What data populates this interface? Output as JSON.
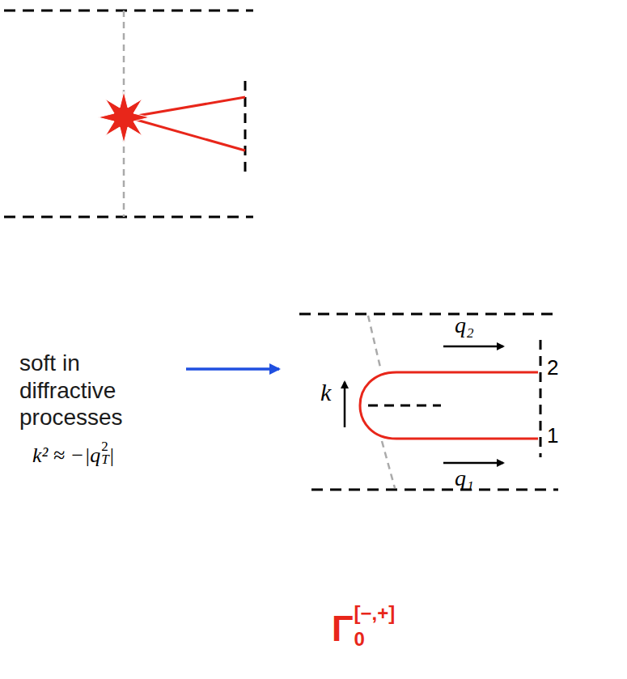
{
  "diagram": {
    "labels": [
      "soft in diffractive processes",
      "k² ≈ −|q",
      "2",
      "T",
      "|",
      "k",
      "q₂",
      "2",
      "q₁",
      "1",
      "Γ",
      "[−,+]",
      "0"
    ]
  }
}
